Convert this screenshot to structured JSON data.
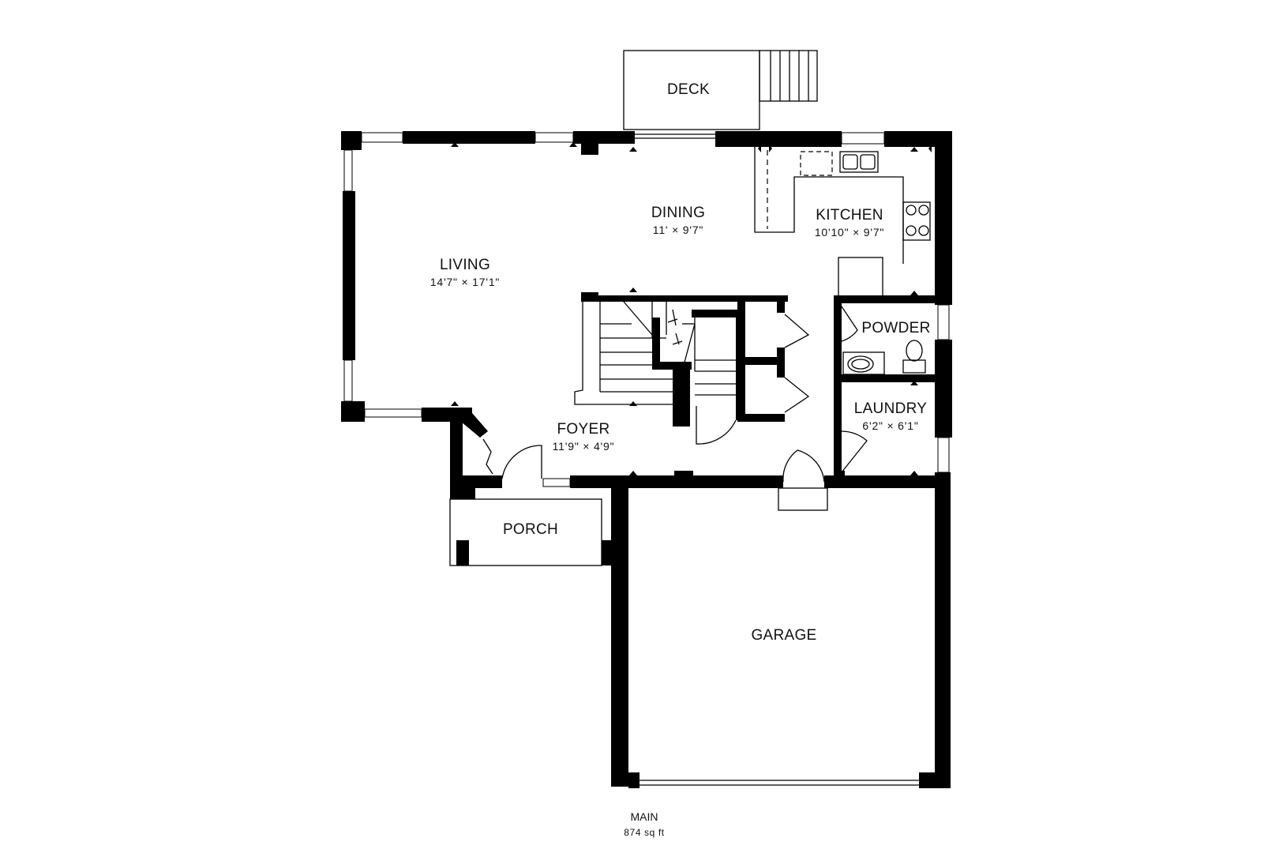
{
  "rooms": {
    "deck": {
      "name": "DECK"
    },
    "dining": {
      "name": "DINING",
      "dims": "11' × 9'7\""
    },
    "kitchen": {
      "name": "KITCHEN",
      "dims": "10'10\" × 9'7\""
    },
    "living": {
      "name": "LIVING",
      "dims": "14'7\" × 17'1\""
    },
    "powder": {
      "name": "POWDER"
    },
    "laundry": {
      "name": "LAUNDRY",
      "dims": "6'2\" × 6'1\""
    },
    "foyer": {
      "name": "FOYER",
      "dims": "11'9\" × 4'9\""
    },
    "porch": {
      "name": "PORCH"
    },
    "garage": {
      "name": "GARAGE"
    }
  },
  "floor": {
    "name": "MAIN",
    "area": "874 sq ft"
  },
  "colors": {
    "wall": "#000000",
    "background": "#ffffff"
  }
}
